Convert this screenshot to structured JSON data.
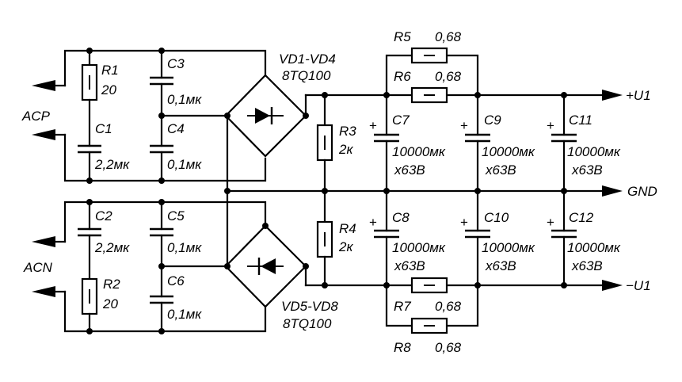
{
  "labels": {
    "acp": "ACP",
    "acn": "ACN",
    "r1_name": "R1",
    "r1_val": "20",
    "r2_name": "R2",
    "r2_val": "20",
    "c1_name": "C1",
    "c1_val": "2,2мк",
    "c2_name": "C2",
    "c2_val": "2,2мк",
    "c3_name": "C3",
    "c3_val": "0,1мк",
    "c4_name": "C4",
    "c4_val": "0,1мк",
    "c5_name": "C5",
    "c5_val": "0,1мк",
    "c6_name": "C6",
    "c6_val": "0,1мк",
    "vd1_name": "VD1-VD4",
    "vd1_type": "8TQ100",
    "vd5_name": "VD5-VD8",
    "vd5_type": "8TQ100",
    "r3_name": "R3",
    "r3_val": "2к",
    "r4_name": "R4",
    "r4_val": "2к",
    "r5_name": "R5",
    "r5_val": "0,68",
    "r6_name": "R6",
    "r6_val": "0,68",
    "r7_name": "R7",
    "r7_val": "0,68",
    "r8_name": "R8",
    "r8_val": "0,68",
    "c7_name": "C7",
    "c7_val": "10000мк",
    "c7_volt": "x63B",
    "c8_name": "C8",
    "c8_val": "10000мк",
    "c8_volt": "x63B",
    "c9_name": "C9",
    "c9_val": "10000мк",
    "c9_volt": "x63B",
    "c10_name": "C10",
    "c10_val": "10000мк",
    "c10_volt": "x63B",
    "c11_name": "C11",
    "c11_val": "10000мк",
    "c11_volt": "x63B",
    "c12_name": "C12",
    "c12_val": "10000мк",
    "c12_volt": "x63B",
    "plus_u1": "+U1",
    "gnd": "GND",
    "minus_u1": "−U1",
    "plus_sign": "+"
  }
}
